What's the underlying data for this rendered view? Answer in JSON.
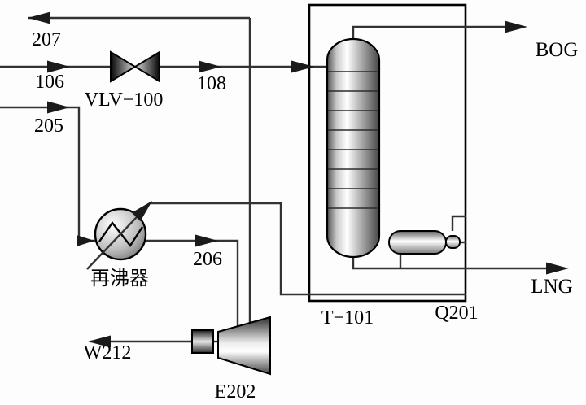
{
  "labels": {
    "stream_207": "207",
    "stream_106": "106",
    "stream_108": "108",
    "stream_205": "205",
    "stream_206": "206",
    "valve": "VLV−100",
    "reboiler": "再沸器",
    "column": "T−101",
    "duty": "Q201",
    "expander": "E202",
    "work": "W212",
    "bog": "BOG",
    "lng": "LNG"
  },
  "colors": {
    "line": "#333333",
    "arrow": "#1a1a1a",
    "outline": "#000000",
    "text": "#000000",
    "background": "#fdfdfd"
  }
}
